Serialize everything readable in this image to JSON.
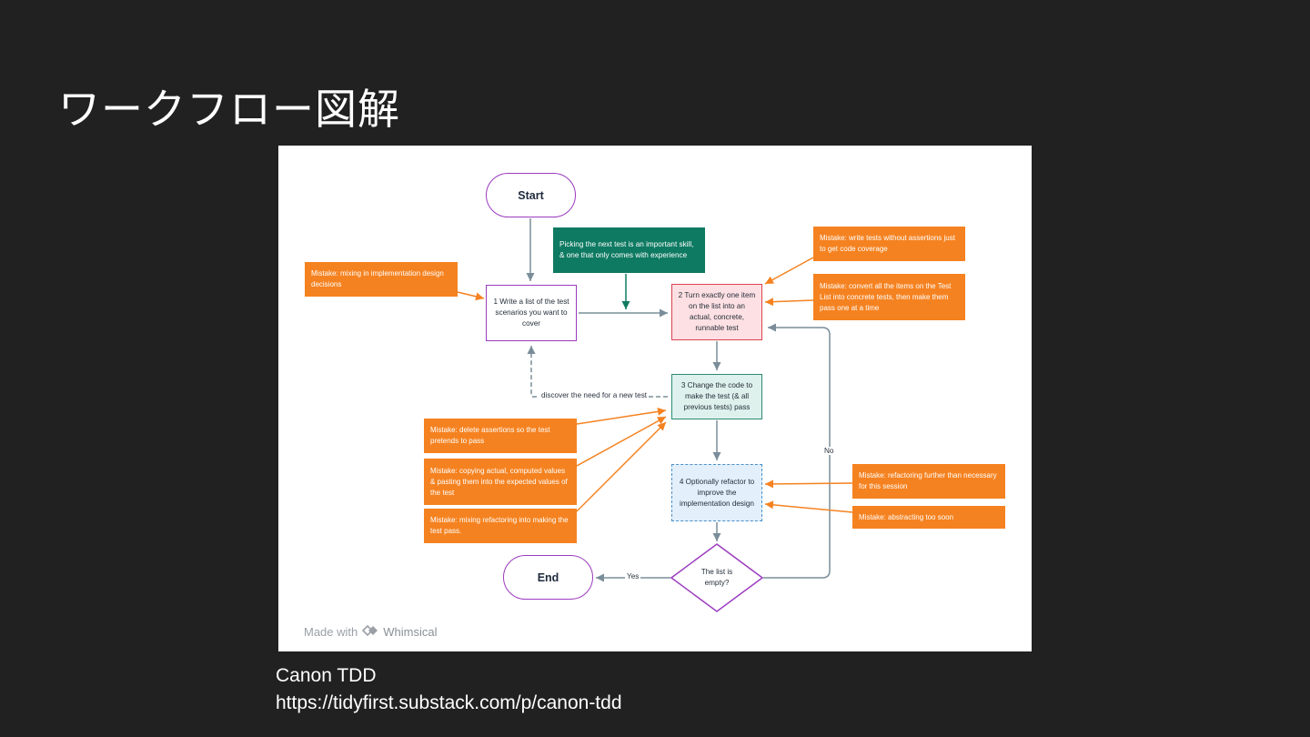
{
  "slide": {
    "title": "ワークフロー図解",
    "caption_line1": "Canon TDD",
    "caption_line2": "https://tidyfirst.substack.com/p/canon-tdd"
  },
  "diagram": {
    "start": "Start",
    "end": "End",
    "step1": "1 Write a list of the test scenarios you want to cover",
    "step2": "2 Turn exactly one item on the list into an actual, concrete, runnable test",
    "step3": "3 Change the code to make the test (& all previous tests) pass",
    "step4": "4 Optionally refactor to improve the implementation design",
    "decision": "The list is empty?",
    "note_green": "Picking the next test is an important skill, & one that only comes with experience",
    "edge_discover": "discover the need for a new test",
    "edge_yes": "Yes",
    "edge_no": "No",
    "mistakes": {
      "m_design": "Mistake: mixing in implementation design decisions",
      "m_no_assert": "Mistake: write tests without assertions just to get code coverage",
      "m_convert_all": "Mistake: convert all the items on the Test List into concrete tests, then make them pass one at a time",
      "m_delete_assert": "Mistake: delete assertions so the test pretends to pass",
      "m_copy_values": "Mistake: copying actual, computed values & pasting them into the expected values of the test",
      "m_mix_refactor": "Mistake: mixing refactoring into making the test pass.",
      "m_refactor_further": "Mistake: refactoring further than necessary for this session",
      "m_abstract_soon": "Mistake: abstracting too soon"
    },
    "footer_made_with": "Made with",
    "footer_brand": "Whimsical",
    "colors": {
      "background": "#212121",
      "mistake": "#f58220",
      "note": "#0f7a62",
      "terminal_border": "#9b3bbf",
      "connector": "#7a8d99"
    },
    "icons": [
      "whimsical-logo-icon"
    ]
  }
}
